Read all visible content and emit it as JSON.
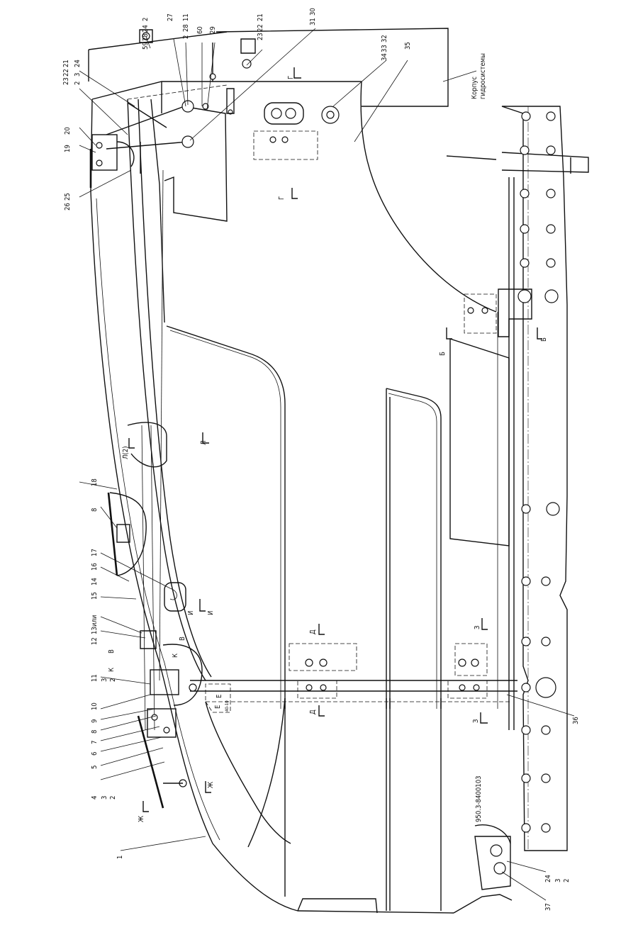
{
  "drawing": {
    "orientation": "rotated 90° counter-clockwise",
    "callouts_top": [
      "2",
      "24",
      "28",
      "59",
      "27",
      "11",
      "28",
      "2",
      "60",
      "29",
      "21",
      "22",
      "23",
      "30",
      "31",
      "32",
      "33",
      "34",
      "35"
    ],
    "callouts_left": [
      "24",
      "3",
      "2",
      "21",
      "22",
      "23",
      "20",
      "19",
      "25",
      "26",
      "18",
      "8",
      "17",
      "16",
      "14",
      "15",
      "13или",
      "12",
      "11",
      "3",
      "2",
      "10",
      "9",
      "8",
      "7",
      "6",
      "5",
      "4",
      "3",
      "2",
      "1"
    ],
    "callouts_bottom": [
      "24",
      "3",
      "2",
      "37",
      "36"
    ],
    "section_marks": [
      "Г",
      "Г",
      "Б",
      "Б",
      "Л(2)",
      "Л",
      "И",
      "И",
      "В",
      "В",
      "К",
      "К",
      "Е",
      "Ж",
      "Ж",
      "Д",
      "Д",
      "З",
      "З"
    ],
    "body_label_line1": "Корпус",
    "body_label_line2": "гидросистемы",
    "part_number": "950.3-8400103",
    "bracket_note": "Е",
    "bracket_note_sub": "40-10"
  }
}
